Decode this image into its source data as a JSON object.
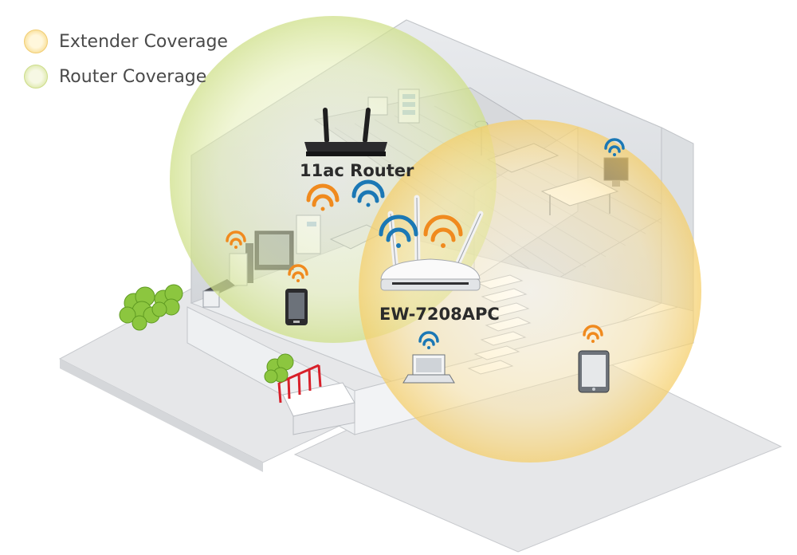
{
  "legend": {
    "items": [
      {
        "label": "Extender Coverage",
        "color": "#f5d98a"
      },
      {
        "label": "Router Coverage",
        "color": "#d6e7a2"
      }
    ]
  },
  "devices": {
    "router": {
      "label": "11ac Router"
    },
    "extender": {
      "label": "EW-7208APC"
    }
  },
  "colors": {
    "wifi_orange": "#f08a1e",
    "wifi_blue": "#1b78b5",
    "router_zone": "#dfeaa6",
    "extender_zone": "#f8dd95",
    "railing": "#d8202a",
    "shrub": "#8cc63f"
  },
  "icons": [
    "wifi-orange-icon",
    "wifi-blue-icon",
    "router-icon",
    "extender-icon",
    "phone-icon",
    "tablet-icon",
    "laptop-icon",
    "tv-icon",
    "shrub-icon"
  ]
}
